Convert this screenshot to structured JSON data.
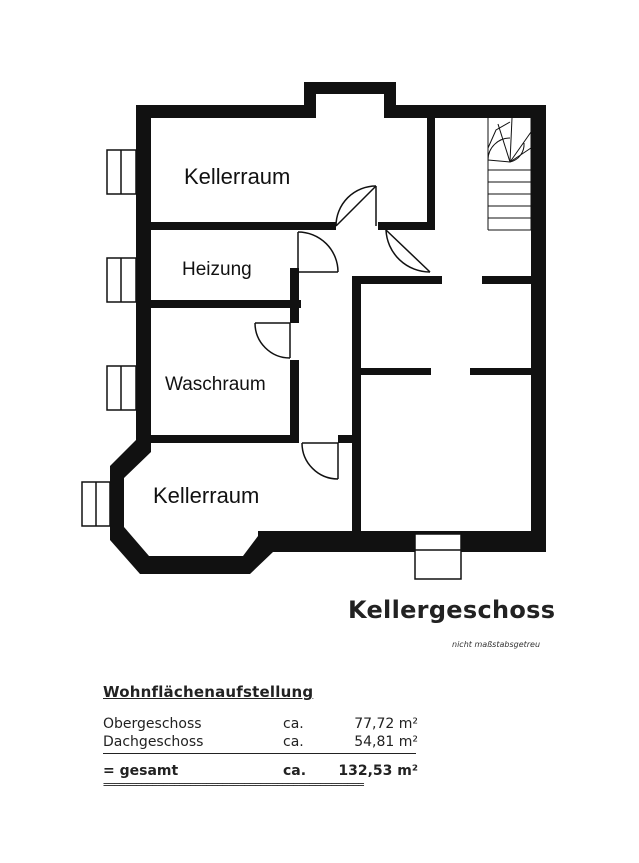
{
  "plan": {
    "rooms": [
      {
        "id": "kellerraum-top",
        "label": "Kellerraum"
      },
      {
        "id": "heizung",
        "label": "Heizung"
      },
      {
        "id": "waschraum",
        "label": "Waschraum"
      },
      {
        "id": "kellerraum-bottom",
        "label": "Kellerraum"
      }
    ]
  },
  "title": "Kellergeschoss",
  "subtitle": "nicht maßstabsgetreu",
  "area_table": {
    "heading": "Wohnflächenaufstellung",
    "rows": [
      {
        "label": "Obergeschoss",
        "prefix": "ca.",
        "value": "77,72 m²"
      },
      {
        "label": "Dachgeschoss",
        "prefix": "ca.",
        "value": "54,81 m²"
      }
    ],
    "total": {
      "label": "= gesamt",
      "prefix": "ca.",
      "value": "132,53 m²"
    },
    "double_rule": "================================================"
  }
}
